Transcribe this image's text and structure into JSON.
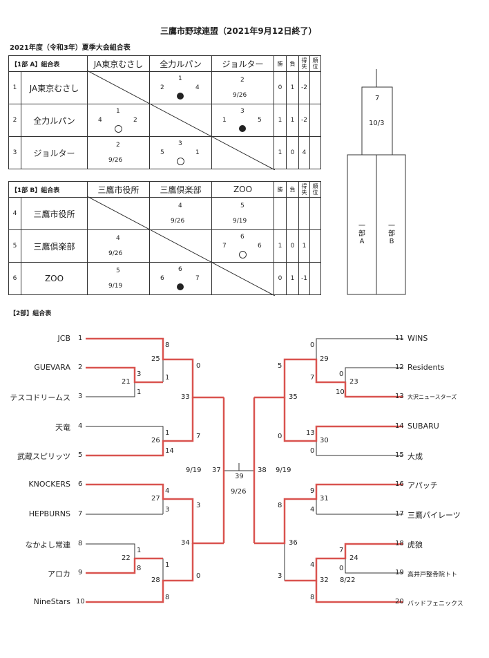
{
  "header": {
    "title": "三鷹市野球連盟（2021年9月12日終了）",
    "subtitle": "2021年度（令和3年）夏季大会組合表"
  },
  "league_a": {
    "corner": "【1部 A】組合表",
    "columns": [
      "JA東京むさし",
      "全力ルパン",
      "ジョルター"
    ],
    "col_win": "勝",
    "col_loss": "負",
    "col_diff": "得失",
    "col_rank": "順位",
    "rows": [
      {
        "no": "1",
        "team": "JA東京むさし",
        "win": "0",
        "loss": "1",
        "diff": "-2",
        "rank": ""
      },
      {
        "no": "2",
        "team": "全力ルパン",
        "win": "1",
        "loss": "1",
        "diff": "-2",
        "rank": ""
      },
      {
        "no": "3",
        "team": "ジョルター",
        "win": "1",
        "loss": "0",
        "diff": "4",
        "rank": ""
      }
    ],
    "cells": {
      "r1c2": {
        "game": "1",
        "left": "2",
        "right": "4",
        "mark": "fill"
      },
      "r1c3": {
        "game": "2",
        "date": "9/26"
      },
      "r2c1": {
        "game": "1",
        "left": "4",
        "right": "2",
        "mark": "open"
      },
      "r2c3": {
        "game": "3",
        "left": "1",
        "right": "5",
        "mark": "fill"
      },
      "r3c1": {
        "game": "2",
        "date": "9/26"
      },
      "r3c2": {
        "game": "3",
        "left": "5",
        "right": "1",
        "mark": "open"
      }
    }
  },
  "league_b": {
    "corner": "【1部 B】組合表",
    "columns": [
      "三鷹市役所",
      "三鷹倶楽部",
      "ZOO"
    ],
    "col_win": "勝",
    "col_loss": "負",
    "col_diff": "得失",
    "col_rank": "順位",
    "rows": [
      {
        "no": "4",
        "team": "三鷹市役所",
        "win": "",
        "loss": "",
        "diff": "",
        "rank": ""
      },
      {
        "no": "5",
        "team": "三鷹倶楽部",
        "win": "1",
        "loss": "0",
        "diff": "1",
        "rank": ""
      },
      {
        "no": "6",
        "team": "ZOO",
        "win": "0",
        "loss": "1",
        "diff": "-1",
        "rank": ""
      }
    ],
    "cells": {
      "r1c2": {
        "game": "4",
        "date": "9/26"
      },
      "r1c3": {
        "game": "5",
        "date": "9/19"
      },
      "r2c1": {
        "game": "4",
        "date": "9/26"
      },
      "r2c3": {
        "game": "6",
        "left": "7",
        "right": "6",
        "mark": "open"
      },
      "r3c1": {
        "game": "5",
        "date": "9/19"
      },
      "r3c2": {
        "game": "6",
        "left": "6",
        "right": "7",
        "mark": "fill"
      }
    }
  },
  "final_1bu": {
    "game": "7",
    "date": "10/3",
    "left_label": [
      "一",
      "部",
      "A"
    ],
    "right_label": [
      "一",
      "部",
      "B"
    ]
  },
  "bracket": {
    "title": "【2部】組合表",
    "left_teams": [
      {
        "seed": "1",
        "name": "JCB"
      },
      {
        "seed": "2",
        "name": "GUEVARA"
      },
      {
        "seed": "3",
        "name": "テスコドリームス"
      },
      {
        "seed": "4",
        "name": "天竜"
      },
      {
        "seed": "5",
        "name": "武蔵スピリッツ"
      },
      {
        "seed": "6",
        "name": "KNOCKERS"
      },
      {
        "seed": "7",
        "name": "HEPBURNS"
      },
      {
        "seed": "8",
        "name": "なかよし常連"
      },
      {
        "seed": "9",
        "name": "アロカ"
      },
      {
        "seed": "10",
        "name": "NineStars"
      }
    ],
    "right_teams": [
      {
        "seed": "11",
        "name": "WINS"
      },
      {
        "seed": "12",
        "name": "Residents"
      },
      {
        "seed": "13",
        "name": "大沢ニュースターズ"
      },
      {
        "seed": "14",
        "name": "SUBARU"
      },
      {
        "seed": "15",
        "name": "大成"
      },
      {
        "seed": "16",
        "name": "アパッチ"
      },
      {
        "seed": "17",
        "name": "三鷹パイレーツ"
      },
      {
        "seed": "18",
        "name": "虎狼"
      },
      {
        "seed": "19",
        "name": "高井戸整骨院トト"
      },
      {
        "seed": "20",
        "name": "バッドフェニックス"
      }
    ],
    "matches": {
      "m21": "21",
      "m22": "22",
      "m25": "25",
      "m26": "26",
      "m27": "27",
      "m28": "28",
      "m33": "33",
      "m34": "34",
      "m37": "37",
      "m23": "23",
      "m24": "24",
      "m29": "29",
      "m30": "30",
      "m31": "31",
      "m32": "32",
      "m35": "35",
      "m36": "36",
      "m38": "38",
      "m39": "39"
    },
    "scores": {
      "s21_2": "3",
      "s21_3": "1",
      "s22_8": "1",
      "s22_9": "8",
      "s25_1": "8",
      "s25_w21": "1",
      "s26_4": "1",
      "s26_5": "14",
      "s27_6": "4",
      "s27_7": "3",
      "s28_w22": "1",
      "s28_10": "8",
      "s33_25": "0",
      "s33_26": "7",
      "s34_27": "3",
      "s34_28": "0",
      "s23_12": "0",
      "s23_13": "10",
      "s24_18": "7",
      "s24_19": "0",
      "s29_11": "0",
      "s29_w23": "7",
      "s30_14": "13",
      "s30_15": "0",
      "s31_16": "9",
      "s31_17": "4",
      "s32_w24": "4",
      "s32_20": "8",
      "s35_29": "5",
      "s35_30": "0",
      "s36_31": "8",
      "s36_32": "3"
    },
    "dates": {
      "d37": "9/19",
      "d38": "9/19",
      "d39": "9/26",
      "d24": "8/22"
    }
  },
  "colors": {
    "winner_line": "#d9534f",
    "line": "#333333"
  }
}
